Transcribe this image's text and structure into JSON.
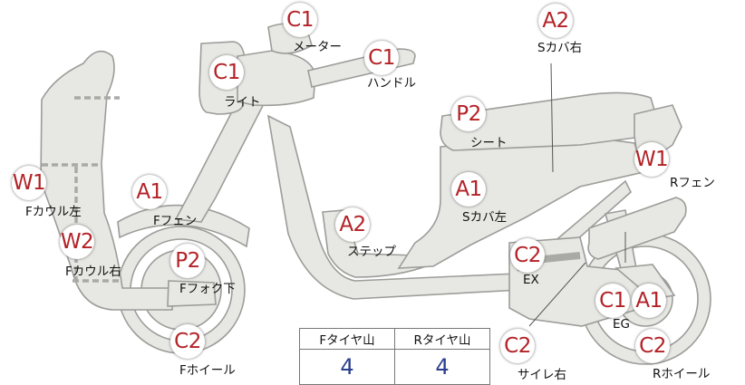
{
  "parts": {
    "meter": {
      "code": "C1",
      "name": "メーター"
    },
    "handle": {
      "code": "C1",
      "name": "ハンドル"
    },
    "light": {
      "code": "C1",
      "name": "ライト"
    },
    "s_cover_right": {
      "code": "A2",
      "name": "Sカバ右"
    },
    "seat": {
      "code": "P2",
      "name": "シート"
    },
    "r_fender": {
      "code": "W1",
      "name": "Rフェン"
    },
    "s_cover_left": {
      "code": "A1",
      "name": "Sカバ左"
    },
    "step": {
      "code": "A2",
      "name": "ステップ"
    },
    "f_fender": {
      "code": "A1",
      "name": "Fフェン"
    },
    "f_cowl_left": {
      "code": "W1",
      "name": "Fカウル左"
    },
    "f_cowl_right": {
      "code": "W2",
      "name": "Fカウル右"
    },
    "f_fork_lower": {
      "code": "P2",
      "name": "Fフォク下"
    },
    "f_wheel": {
      "code": "C2",
      "name": "Fホイール"
    },
    "exhaust": {
      "code": "C2",
      "name": "EX"
    },
    "engine": {
      "codes": [
        "C1",
        "A1"
      ],
      "name": "EG"
    },
    "muffler_right": {
      "code": "C2",
      "name": "サイレ右"
    },
    "r_wheel": {
      "code": "C2",
      "name": "Rホイール"
    }
  },
  "tread_table": {
    "headers": [
      "Fタイヤ山",
      "Rタイヤ山"
    ],
    "values": [
      "4",
      "4"
    ]
  }
}
